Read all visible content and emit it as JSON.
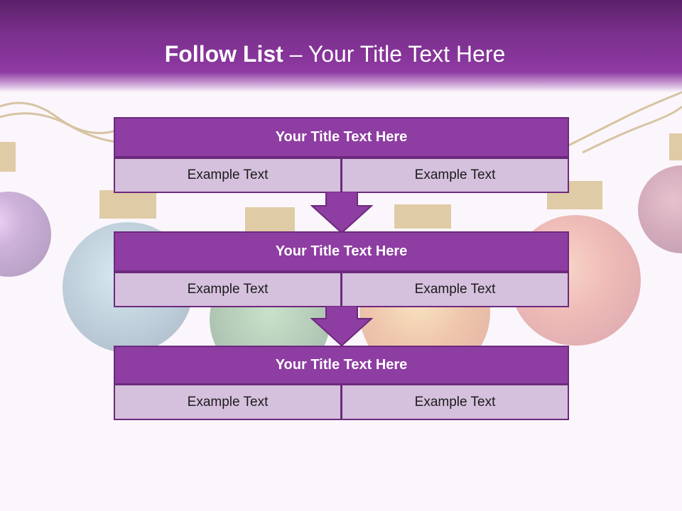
{
  "slide": {
    "title_bold": "Follow List",
    "title_rest": "– Your Title Text Here"
  },
  "blocks": [
    {
      "title": "Your Title Text Here",
      "left": "Example Text",
      "right": "Example Text"
    },
    {
      "title": "Your Title Text Here",
      "left": "Example Text",
      "right": "Example Text"
    },
    {
      "title": "Your Title Text Here",
      "left": "Example Text",
      "right": "Example Text"
    }
  ],
  "colors": {
    "header": "#8e3aa2",
    "block_title": "#8e3da2",
    "cell": "#d5c0dd",
    "border": "#6c2a7d"
  }
}
